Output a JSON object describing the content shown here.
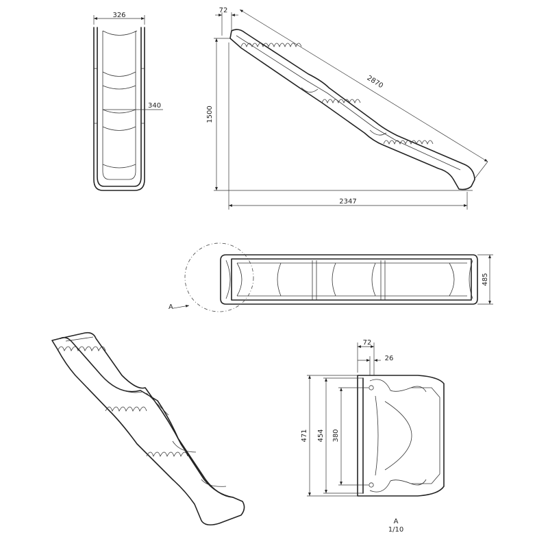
{
  "dimensions": {
    "top_width": "326",
    "chute_width": "340",
    "step_72": "72",
    "length": "2870",
    "height": "1500",
    "depth": "2347",
    "side_width": "485",
    "detail_72": "72",
    "detail_26": "26",
    "detail_471": "471",
    "detail_454": "454",
    "detail_380": "380"
  },
  "detail": {
    "marker": "A",
    "label": "A",
    "scale": "1/10"
  }
}
